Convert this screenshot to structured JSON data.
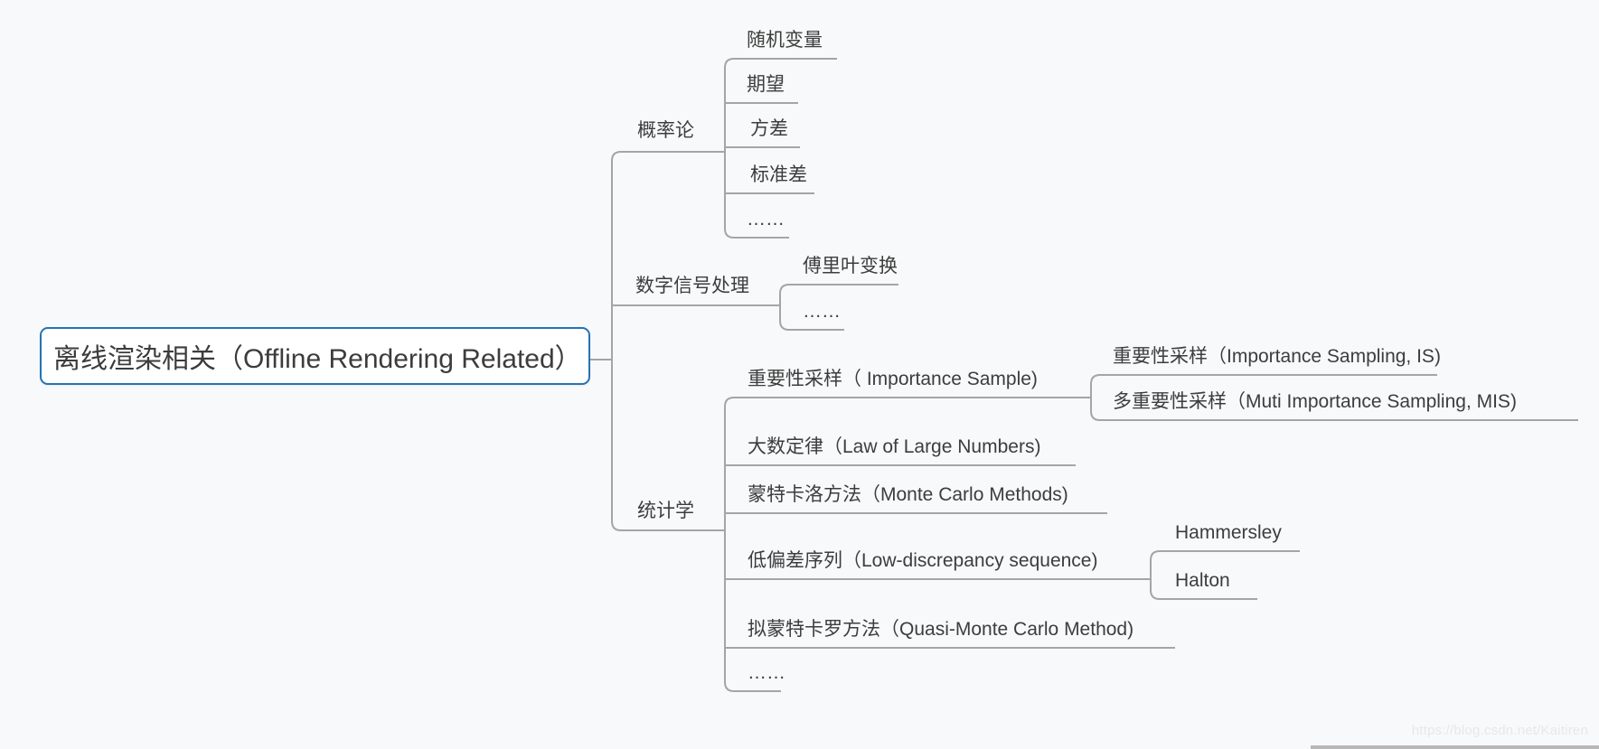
{
  "root": {
    "label": "离线渲染相关（Offline Rendering Related）"
  },
  "branches": [
    {
      "label": "概率论",
      "children": [
        {
          "label": "随机变量"
        },
        {
          "label": "期望"
        },
        {
          "label": "方差"
        },
        {
          "label": "标准差"
        },
        {
          "label": "……"
        }
      ]
    },
    {
      "label": "数字信号处理",
      "children": [
        {
          "label": "傅里叶变换"
        },
        {
          "label": "……"
        }
      ]
    },
    {
      "label": "统计学",
      "children": [
        {
          "label": "重要性采样（ Importance Sample)",
          "children": [
            {
              "label": "重要性采样（Importance Sampling, IS)"
            },
            {
              "label": "多重要性采样（Muti Importance Sampling, MIS)"
            }
          ]
        },
        {
          "label": "大数定律（Law of Large Numbers)"
        },
        {
          "label": "蒙特卡洛方法（Monte Carlo Methods)"
        },
        {
          "label": "低偏差序列（Low-discrepancy sequence)",
          "children": [
            {
              "label": "Hammersley"
            },
            {
              "label": "Halton"
            }
          ]
        },
        {
          "label": "拟蒙特卡罗方法（Quasi-Monte Carlo Method)"
        },
        {
          "label": "……"
        }
      ]
    }
  ],
  "watermark": "https://blog.csdn.net/Kaitiren",
  "colors": {
    "background": "#f8f9fa",
    "root_border": "#2573b4",
    "line": "#a5a5a5",
    "text": "#3d3d3d",
    "watermark": "#e7e8ea"
  }
}
